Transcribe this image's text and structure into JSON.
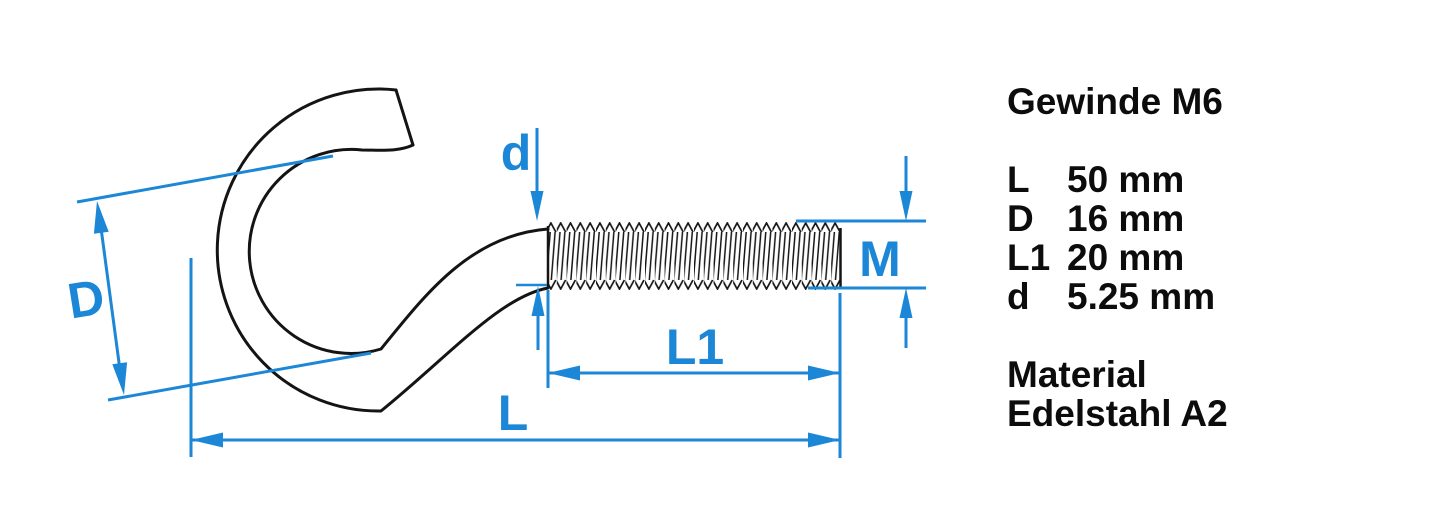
{
  "drawing": {
    "title": "screw-hook technical drawing",
    "accent_color": "#1b87d6",
    "outline_color": "#141414",
    "labels": {
      "d": "d",
      "D": "D",
      "L1": "L1",
      "L": "L",
      "M": "M"
    }
  },
  "specs": {
    "title": "Gewinde M6",
    "rows": [
      {
        "label": "L",
        "value": "50 mm"
      },
      {
        "label": "D",
        "value": "16 mm"
      },
      {
        "label": "L1",
        "value": "20 mm"
      },
      {
        "label": "d",
        "value": "5.25 mm"
      }
    ],
    "material_heading": "Material",
    "material_value": "Edelstahl A2"
  }
}
